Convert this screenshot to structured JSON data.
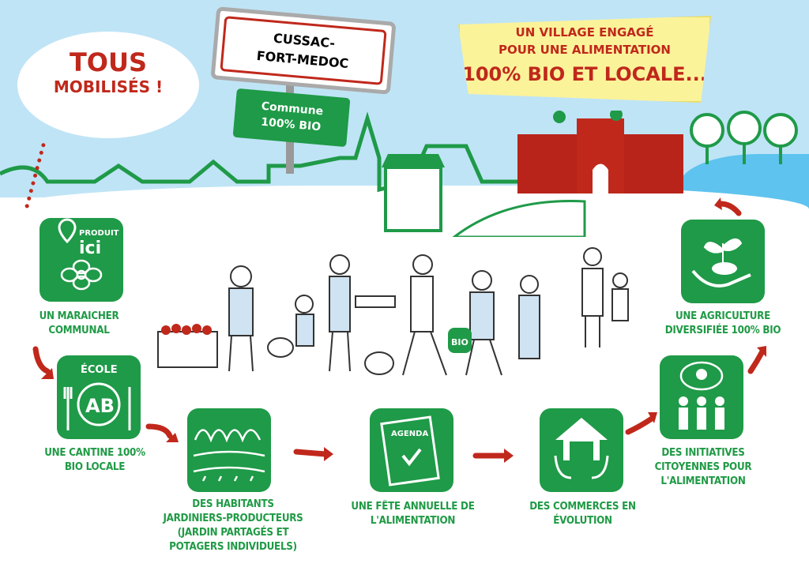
{
  "bubble": {
    "line1": "TOUS",
    "line2": "MOBILISÉS !"
  },
  "town_sign": {
    "line1": "CUSSAC-",
    "line2": "FORT-MEDOC"
  },
  "commune_sign": {
    "line1": "Commune",
    "line2": "100% BIO"
  },
  "banner": {
    "line1": "UN VILLAGE ENGAGÉ",
    "line2": "POUR UNE ALIMENTATION",
    "line3": "100% BIO ET LOCALE..."
  },
  "steps": [
    {
      "label": "Un maraicher communal",
      "icon_text1": "PRODUIT",
      "icon_text2": "ici",
      "icon": "location-flower-icon"
    },
    {
      "label": "Une cantine 100% bio locale",
      "icon_text1": "ÉCOLE",
      "icon_text2": "AB",
      "icon": "school-cutlery-icon"
    },
    {
      "label": "Des habitants jardiniers-producteurs (jardin partagés et potagers individuels)",
      "icon": "garden-icon"
    },
    {
      "label": "Une fête annuelle de l'alimentation",
      "icon_text1": "AGENDA",
      "icon": "agenda-icon"
    },
    {
      "label": "Des commerces en évolution",
      "icon": "shop-cycle-icon"
    },
    {
      "label": "Des initiatives citoyennes pour l'alimentation",
      "icon": "people-idea-icon"
    },
    {
      "label": "Une agriculture diversifiée 100% bio",
      "icon": "hand-plant-icon"
    }
  ],
  "bag_text": "BIO",
  "colors": {
    "green": "#1f9a48",
    "red": "#c0281b",
    "sky": "#bfe4f6",
    "banner": "#fbf39a"
  }
}
